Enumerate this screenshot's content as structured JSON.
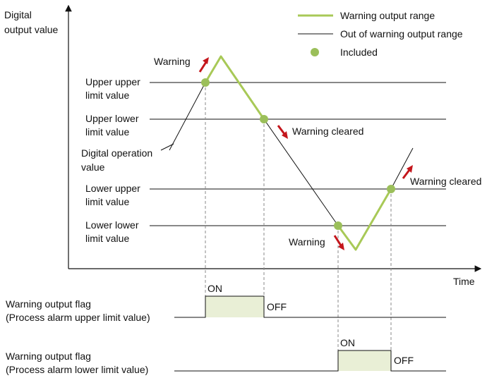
{
  "axes": {
    "y_label_line1": "Digital",
    "y_label_line2": "output value",
    "x_label": "Time"
  },
  "legend": {
    "warning_range": "Warning output range",
    "out_of_range": "Out of warning output range",
    "included": "Included"
  },
  "levels": {
    "upper_upper": [
      "Upper upper",
      "limit value"
    ],
    "upper_lower": [
      "Upper lower",
      "limit value"
    ],
    "lower_upper": [
      "Lower upper",
      "limit value"
    ],
    "lower_lower": [
      "Lower lower",
      "limit value"
    ]
  },
  "operation_label": [
    "Digital operation",
    "value"
  ],
  "annotations": {
    "warning_top": "Warning",
    "cleared_mid": "Warning cleared",
    "warning_bottom": "Warning",
    "cleared_right": "Warning cleared"
  },
  "flags": {
    "upper": {
      "title_line1": "Warning output flag",
      "title_line2": "(Process alarm upper limit value)",
      "on": "ON",
      "off": "OFF"
    },
    "lower": {
      "title_line1": "Warning output flag",
      "title_line2": "(Process alarm lower limit value)",
      "on": "ON",
      "off": "OFF"
    }
  },
  "colors": {
    "warning_line": "#a8c957",
    "dot": "#9bbf5a",
    "arrow": "#c4161c",
    "flag_fill": "#e9efd6",
    "dash": "#888888"
  }
}
